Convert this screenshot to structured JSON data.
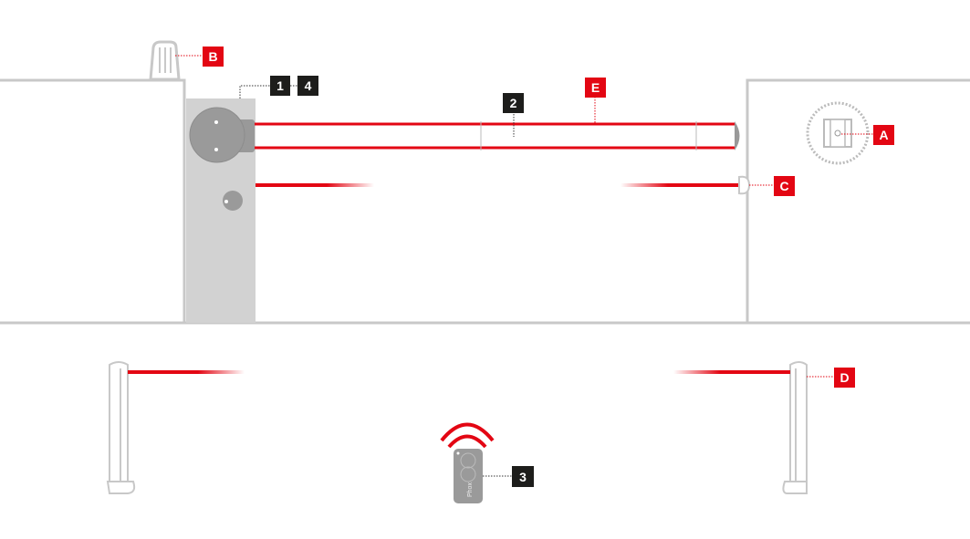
{
  "labels": {
    "one": "1",
    "two": "2",
    "three": "3",
    "four": "4",
    "A": "A",
    "B": "B",
    "C": "C",
    "D": "D",
    "E": "E"
  },
  "remote": {
    "brand": "Phox"
  },
  "colors": {
    "red": "#e30613",
    "dark": "#1d1d1b",
    "grey": "#c8c8c8",
    "device": "#9a9a9a"
  }
}
